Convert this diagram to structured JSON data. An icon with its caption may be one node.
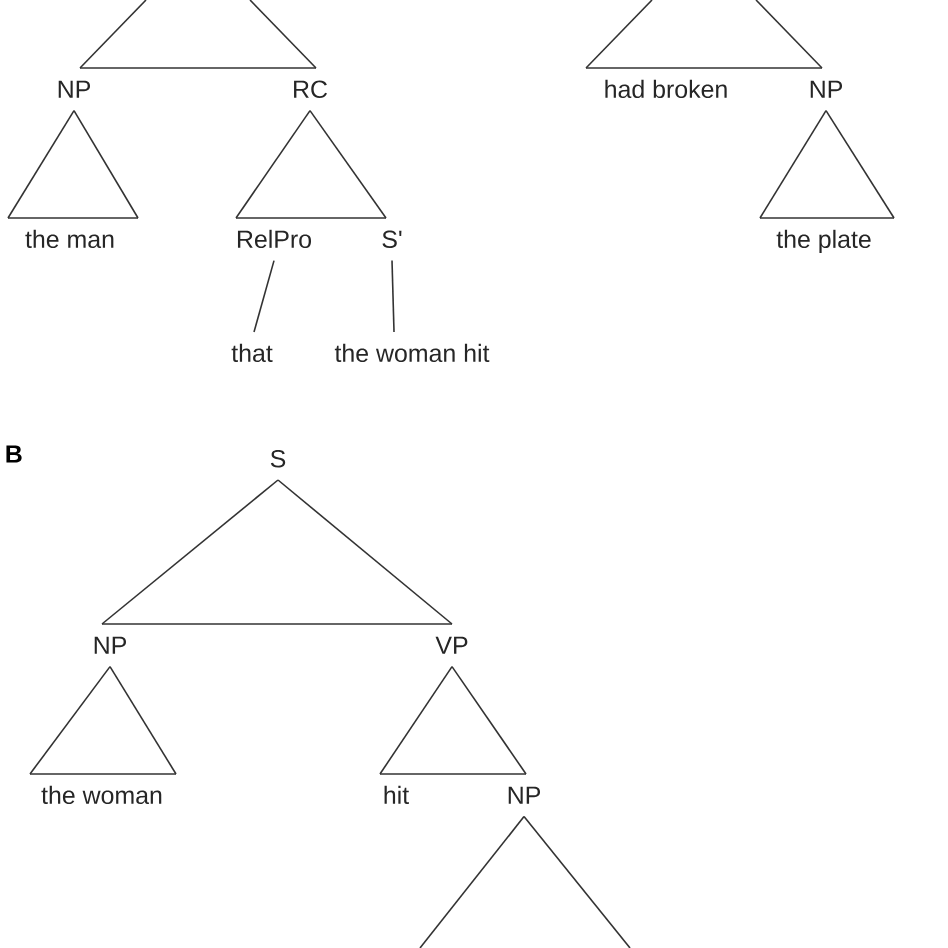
{
  "diagram": {
    "nodes": [
      {
        "text": [
          "NP"
        ]
      },
      {
        "text": [
          "RC"
        ]
      },
      {
        "text": [
          "had broken"
        ]
      },
      {
        "text": [
          "NP"
        ]
      },
      {
        "text": [
          "the man"
        ]
      },
      {
        "text": [
          "RelPro"
        ]
      },
      {
        "text": [
          "S'"
        ]
      },
      {
        "text": [
          "the plate"
        ]
      },
      {
        "text": [
          "that"
        ]
      },
      {
        "text": [
          "the woman hit"
        ]
      },
      {
        "text": [
          "S"
        ]
      },
      {
        "text": [
          "NP"
        ]
      },
      {
        "text": [
          "VP"
        ]
      },
      {
        "text": [
          "the woman"
        ]
      },
      {
        "text": [
          "hit"
        ]
      },
      {
        "text": [
          "NP"
        ]
      }
    ],
    "edges": [
      {
        "from": null,
        "to": 0,
        "arrow": "none"
      },
      {
        "from": null,
        "to": 1,
        "arrow": "none"
      },
      {
        "from": null,
        "to": 2,
        "arrow": "none"
      },
      {
        "from": null,
        "to": 3,
        "arrow": "none"
      },
      {
        "from": 0,
        "to": 4,
        "arrow": "none"
      },
      {
        "from": 0,
        "to": 4,
        "arrow": "none"
      },
      {
        "from": 1,
        "to": 5,
        "arrow": "none"
      },
      {
        "from": 1,
        "to": 6,
        "arrow": "none"
      },
      {
        "from": 3,
        "to": 7,
        "arrow": "none"
      },
      {
        "from": 3,
        "to": 7,
        "arrow": "none"
      },
      {
        "from": 5,
        "to": 8,
        "arrow": "none"
      },
      {
        "from": 6,
        "to": 9,
        "arrow": "none"
      },
      {
        "from": 10,
        "to": 11,
        "arrow": "none"
      },
      {
        "from": 10,
        "to": 12,
        "arrow": "none"
      },
      {
        "from": 11,
        "to": 13,
        "arrow": "none"
      },
      {
        "from": 11,
        "to": 13,
        "arrow": "none"
      },
      {
        "from": 12,
        "to": 14,
        "arrow": "none"
      },
      {
        "from": 12,
        "to": 15,
        "arrow": "none"
      },
      {
        "from": 15,
        "to": null,
        "arrow": "none"
      },
      {
        "from": 15,
        "to": null,
        "arrow": "none"
      }
    ],
    "labels": [
      "B"
    ]
  }
}
